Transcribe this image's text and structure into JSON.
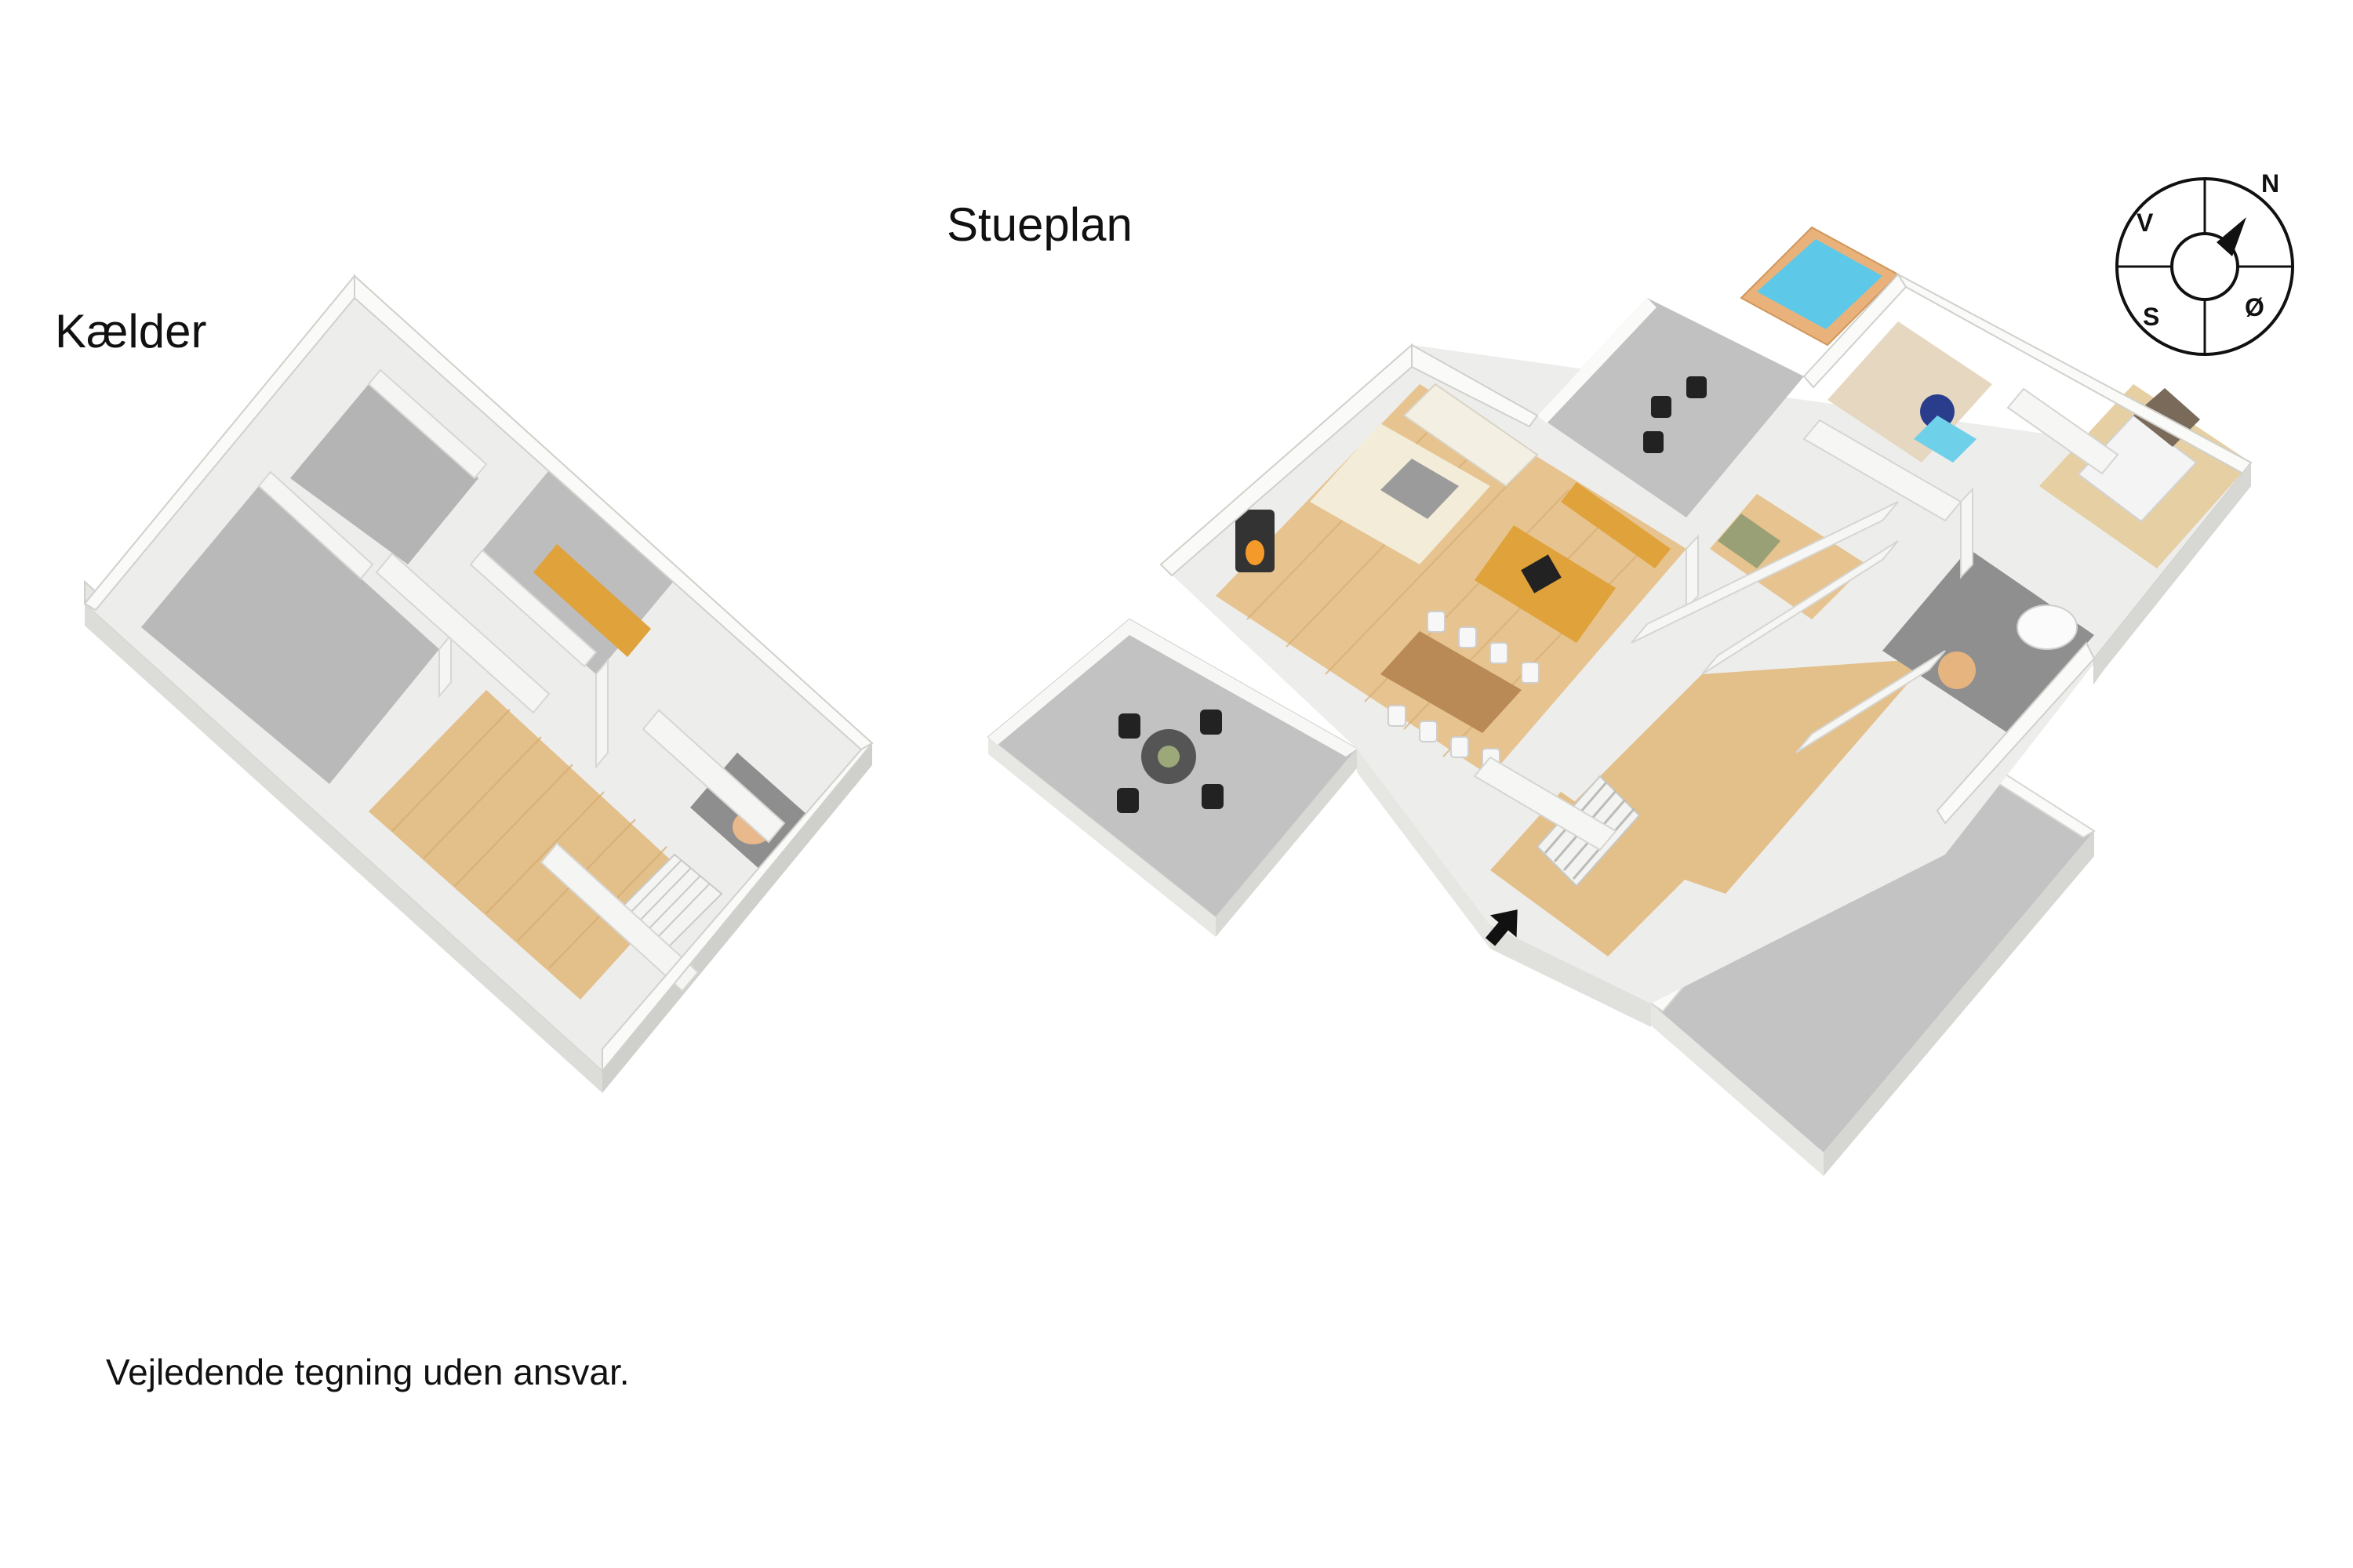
{
  "floors": {
    "basement_label": "Kælder",
    "ground_floor_label": "Stueplan"
  },
  "disclaimer": "Vejledende tegning uden ansvar.",
  "compass": {
    "north": "N",
    "west": "V",
    "south": "S",
    "east": "Ø"
  },
  "icons": {
    "entrance": "entrance-arrow-icon",
    "compass": "compass-icon"
  },
  "colors": {
    "wall": "#f3f3f1",
    "wall_side": "#d9d9d6",
    "concrete": "#b5b5b5",
    "wood": "#e6c38f",
    "wood_dark": "#d9ad72",
    "tile": "#8d8d8d",
    "pool": "#5ec8e8",
    "counter": "#e0a23a",
    "rug": "#f0ead8"
  }
}
